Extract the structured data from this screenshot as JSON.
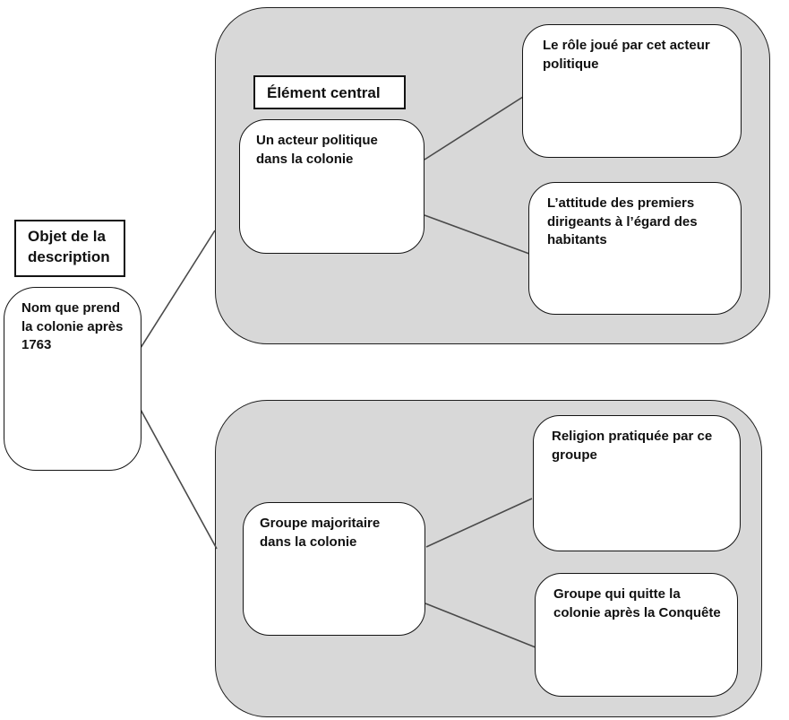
{
  "diagram": {
    "title_implicit": "Schéma de description",
    "colors": {
      "background": "#ffffff",
      "group_fill": "#d8d8d8",
      "box_fill": "#ffffff",
      "stroke": "#1f1f1f",
      "connector": "#4a4a4a",
      "text": "#111111"
    },
    "left_column": {
      "label": "Objet de la description",
      "subject_box": "Nom que prend la colonie après 1763"
    },
    "top_group": {
      "label": "Élément central",
      "center_box": "Un acteur politique dans la colonie",
      "children": [
        "Le rôle joué par cet acteur politique",
        "L’attitude des premiers dirigeants à l’égard des habitants"
      ]
    },
    "bottom_group": {
      "center_box": "Groupe majoritaire dans la colonie",
      "children": [
        "Religion pratiquée par ce groupe",
        "Groupe qui quitte la colonie après la Conquête"
      ]
    }
  }
}
